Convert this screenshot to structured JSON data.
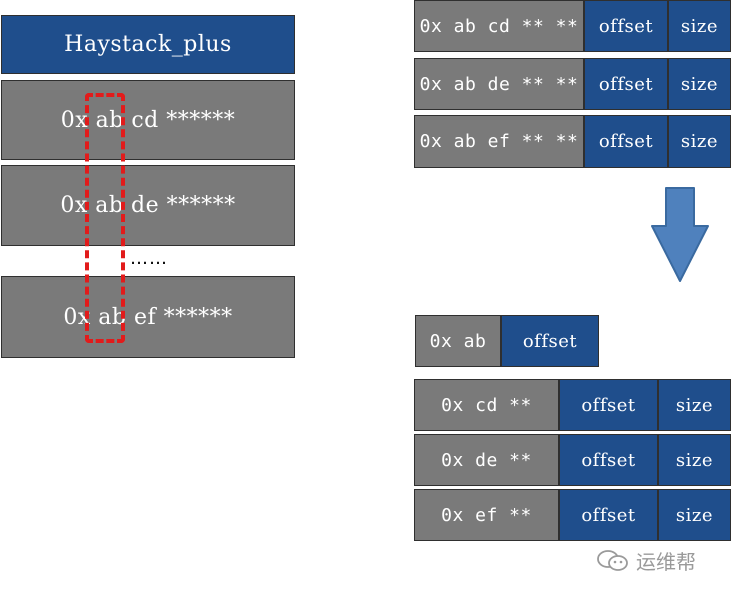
{
  "left": {
    "header": "Haystack_plus",
    "rows": [
      "0x ab cd ******",
      "0x ab de ******",
      "0x ab ef ******"
    ],
    "ellipsis": "……"
  },
  "right_top": {
    "rows": [
      {
        "key": "0x ab cd ** **",
        "offset": "offset",
        "size": "size"
      },
      {
        "key": "0x ab de ** **",
        "offset": "offset",
        "size": "size"
      },
      {
        "key": "0x ab ef ** **",
        "offset": "offset",
        "size": "size"
      }
    ]
  },
  "right_bottom": {
    "prefix": {
      "key": "0x ab",
      "offset": "offset"
    },
    "rows": [
      {
        "key": "0x cd **",
        "offset": "offset",
        "size": "size"
      },
      {
        "key": "0x de **",
        "offset": "offset",
        "size": "size"
      },
      {
        "key": "0x ef **",
        "offset": "offset",
        "size": "size"
      }
    ]
  },
  "colors": {
    "blue": "#1f4e8c",
    "gray": "#7a7a7a",
    "arrow": "#4f81bd",
    "highlight": "#e21b1b"
  },
  "watermark": {
    "text": "运维帮",
    "icon": "wechat-icon"
  }
}
